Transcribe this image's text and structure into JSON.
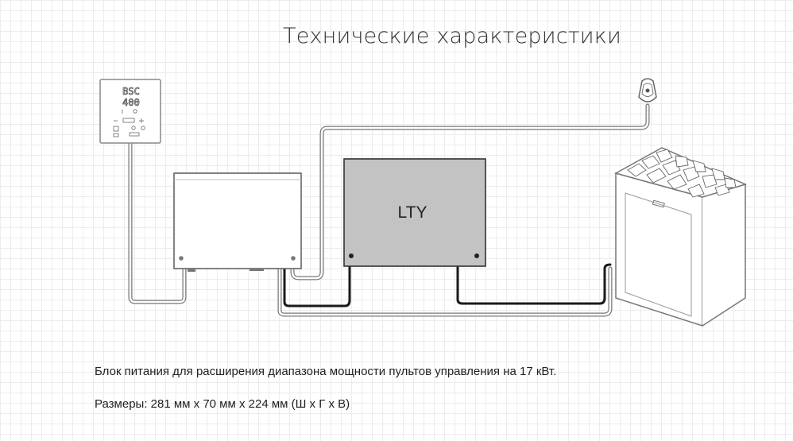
{
  "page": {
    "title": "Технические характеристики"
  },
  "diagram": {
    "controller": {
      "display_line1": "BSC",
      "display_line2": "400"
    },
    "power_unit": {
      "label": "LTY"
    }
  },
  "description": {
    "line1": "Блок питания для расширения диапазона мощности пультов управления на 17 кВт.",
    "line2": "Размеры: 281 мм x 70 мм x 224 мм (Ш x Г x В)"
  },
  "colors": {
    "outline": "#777777",
    "cable_black": "#1a1a1a",
    "lty_fill": "#c3c3c3",
    "lty_border": "#333333"
  }
}
